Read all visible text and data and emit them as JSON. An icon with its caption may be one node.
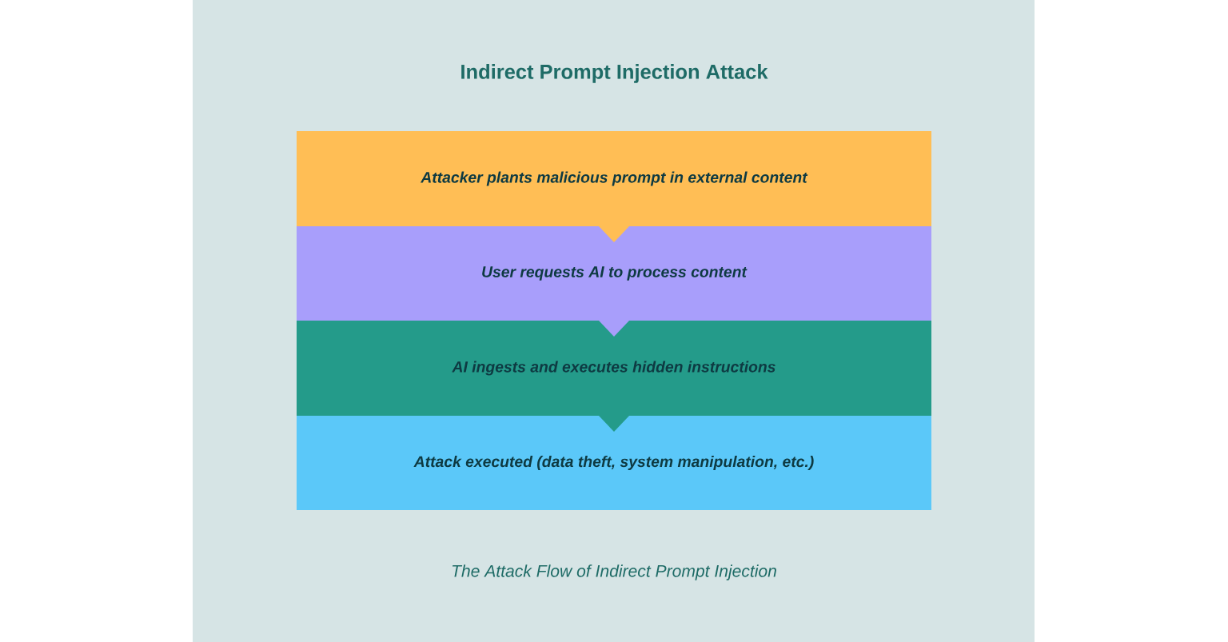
{
  "diagram": {
    "title": "Indirect Prompt Injection Attack",
    "caption": "The Attack Flow of Indirect Prompt Injection",
    "nodes": [
      {
        "text": [
          "Attacker plants malicious prompt in external content"
        ]
      },
      {
        "text": [
          "User requests AI to process content"
        ]
      },
      {
        "text": [
          "AI ingests and executes hidden instructions"
        ]
      },
      {
        "text": [
          "Attack executed (data theft, system manipulation, etc.)"
        ]
      }
    ],
    "edges": [
      {
        "from": 0,
        "to": 1,
        "arrow": "to"
      },
      {
        "from": 1,
        "to": 2,
        "arrow": "to"
      },
      {
        "from": 2,
        "to": 3,
        "arrow": "to"
      }
    ]
  }
}
